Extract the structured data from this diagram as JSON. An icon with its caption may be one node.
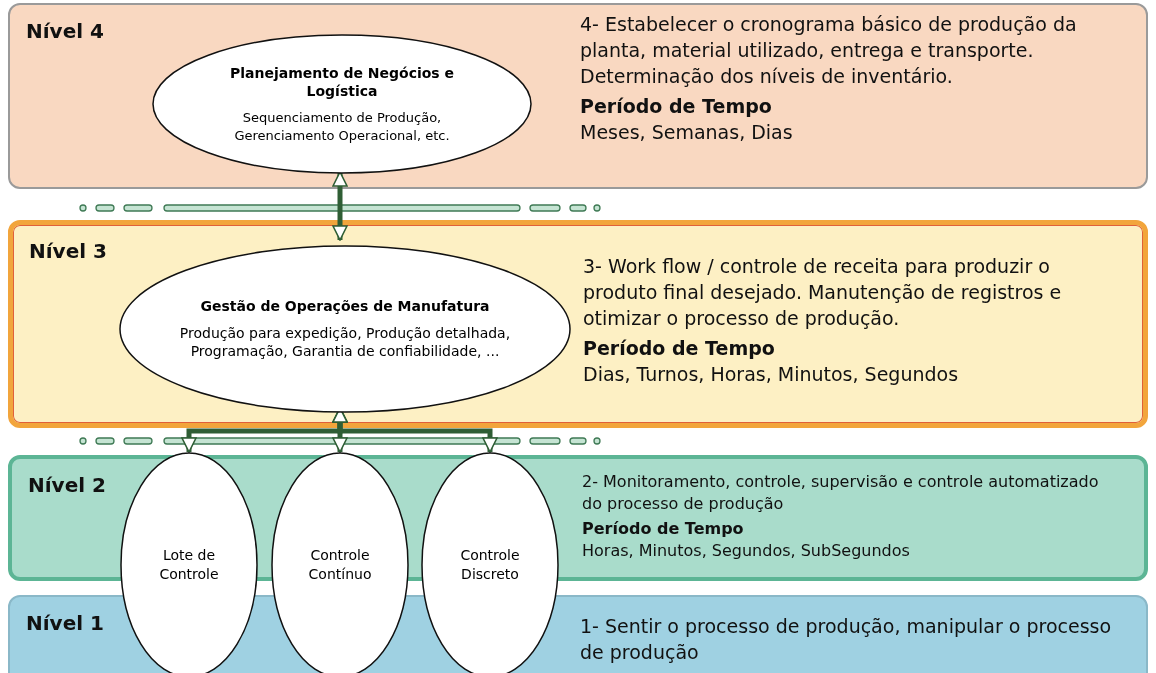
{
  "diagram": {
    "nodes": [
      {
        "text": [
          "Nível 4",
          "4- Estabelecer o cronograma básico de produção da planta, material utilizado, entrega e transporte. Determinação dos níveis de inventário.",
          "Período de Tempo",
          "Meses, Semanas, Dias"
        ]
      },
      {
        "text": [
          "Planejamento de Negócios e Logística",
          "Sequenciamento de Produção, Gerenciamento Operacional, etc."
        ],
        "in": 0
      },
      {
        "text": [
          "Nível 3",
          "3- Work flow / controle de receita para produzir o produto final desejado. Manutenção de registros e otimizar o processo de produção.",
          "Período de Tempo",
          "Dias, Turnos, Horas, Minutos, Segundos"
        ]
      },
      {
        "text": [
          "Gestão de Operações de Manufatura",
          "Produção para expedição, Produção detalhada, Programação, Garantia de confiabilidade, ..."
        ],
        "in": 2
      },
      {
        "text": [
          "Nível 2",
          "2- Monitoramento, controle, supervisão e controle automatizado do processo de produção",
          "Período de Tempo",
          "Horas, Minutos, Segundos, SubSegundos"
        ]
      },
      {
        "text": [
          "Lote de Controle"
        ]
      },
      {
        "text": [
          "Controle Contínuo"
        ]
      },
      {
        "text": [
          "Controle Discreto"
        ]
      },
      {
        "text": [
          "Nível 1",
          "1- Sentir o processo de produção, manipular o processo de produção"
        ]
      }
    ],
    "edges": [
      {
        "from": 1,
        "to": 3,
        "arrow": "both"
      },
      {
        "from": 3,
        "to": 5,
        "arrow": "both"
      },
      {
        "from": 3,
        "to": 6,
        "arrow": "both"
      },
      {
        "from": 3,
        "to": 7,
        "arrow": "both"
      }
    ]
  }
}
